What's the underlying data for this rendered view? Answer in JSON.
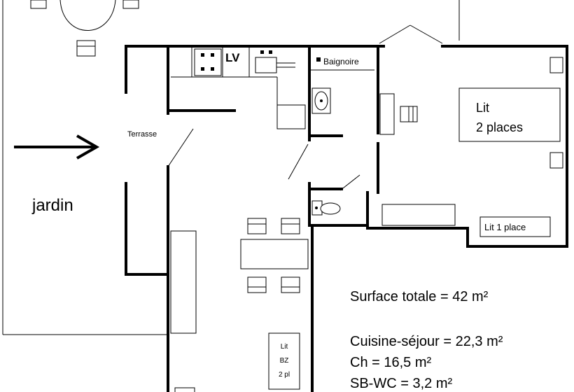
{
  "plan": {
    "garden_label": "jardin",
    "terrace_label": "Terrasse",
    "washing_machine_label": "LV",
    "bathtub_label": "Baignoire",
    "double_bed": {
      "line1": "Lit",
      "line2": "2 places"
    },
    "single_bed_label": "Lit 1 place",
    "sofa_bed": {
      "line1": "Lit",
      "line2": "BZ",
      "line3": "2 pl"
    }
  },
  "areas": {
    "total": "Surface totale = 42 m²",
    "kitchen_living": "Cuisine-séjour = 22,3 m²",
    "bedroom": "Ch = 16,5 m²",
    "bath_wc": "SB-WC = 3,2 m²"
  }
}
